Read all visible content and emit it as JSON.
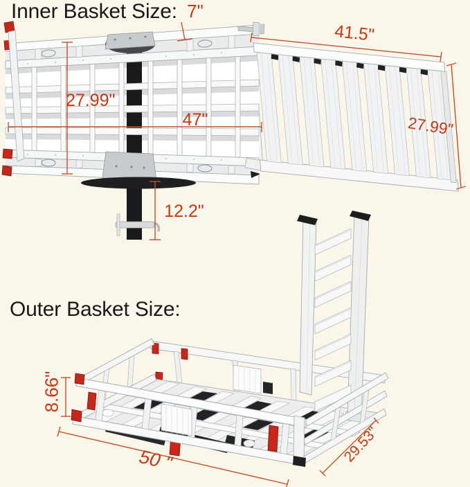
{
  "colors": {
    "background": "#fbf6ea",
    "dimension_text": "#c23a14",
    "dimension_line": "#c1512b",
    "title_text": "#191919",
    "reflector_red": "#c5281b",
    "metal_black": "#1b1c1e"
  },
  "inner_section": {
    "title": "Inner Basket Size:",
    "dimensions": {
      "rail_height": "7\"",
      "ramp_length": "41.5\"",
      "basket_width": "27.99\"",
      "basket_length": "47\"",
      "ramp_width": "27.99\"",
      "hitch_riser_height": "12.2\""
    }
  },
  "outer_section": {
    "title": "Outer Basket Size:",
    "dimensions": {
      "basket_height": "8.66\"",
      "basket_length": "50 \"",
      "basket_depth": "29.53\""
    }
  }
}
